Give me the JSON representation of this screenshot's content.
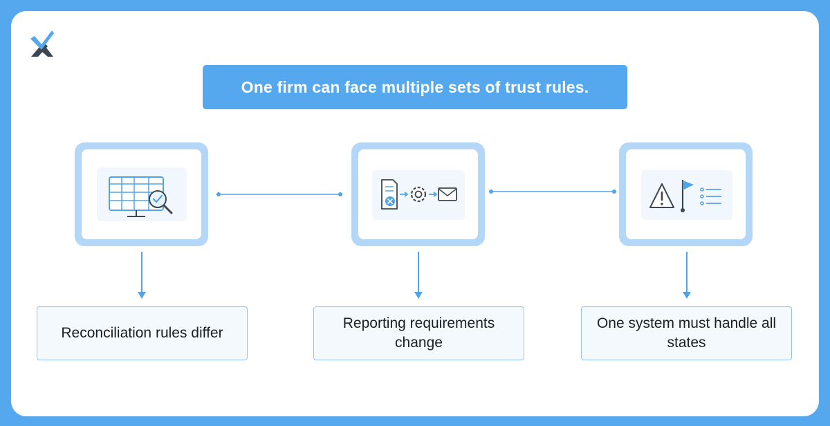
{
  "title": "One firm can face multiple sets of trust rules.",
  "colors": {
    "brand_blue": "#56a8ee",
    "frame_blue": "#b5d7f7",
    "label_border": "#8ec3f2",
    "logo_dark": "#3c4752"
  },
  "logo": {
    "icon": "check-x-logo-icon"
  },
  "steps": [
    {
      "icon": "spreadsheet-magnifier-icon",
      "label": "Reconciliation rules differ"
    },
    {
      "icon": "document-gear-email-icon",
      "label": "Reporting requirements change"
    },
    {
      "icon": "warning-flag-checklist-icon",
      "label": "One system must handle all states"
    }
  ]
}
